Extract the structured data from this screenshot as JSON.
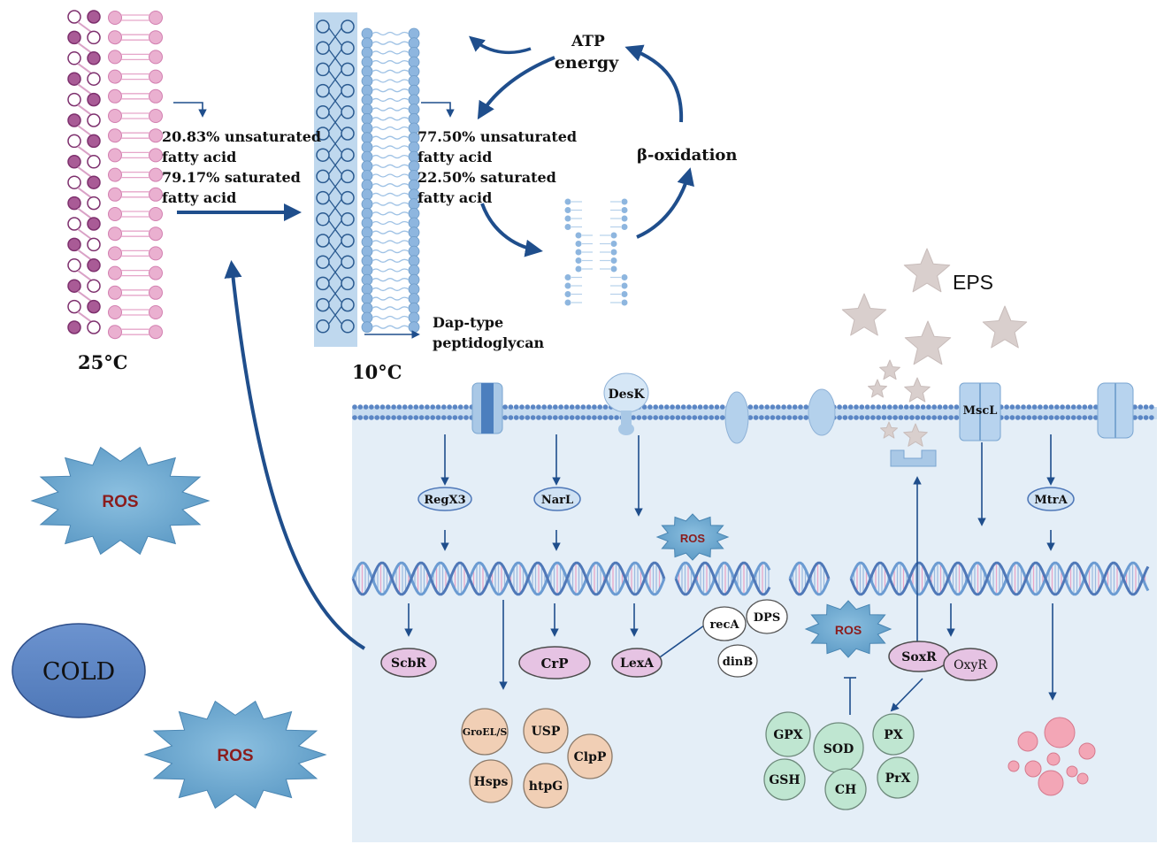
{
  "membrane_25": {
    "temperature": "25°C",
    "composition": [
      "20.83% unsaturated",
      "fatty acid",
      "79.17% saturated",
      "fatty acid"
    ]
  },
  "membrane_10": {
    "temperature": "10°C",
    "composition": [
      "77.50% unsaturated",
      "fatty acid",
      "22.50% saturated",
      "fatty acid"
    ],
    "peptidoglycan": [
      "Dap-type",
      "peptidoglycan"
    ]
  },
  "cycle": {
    "atp_line1": "ATP",
    "atp_line2": "energy",
    "beta_oxidation": "β-oxidation"
  },
  "eps": {
    "label": "EPS"
  },
  "stress": {
    "ros": "ROS",
    "cold": "COLD"
  },
  "sensors": {
    "desk": "DesK",
    "mscl": "MscL"
  },
  "regulators": {
    "regx3": "RegX3",
    "narl": "NarL",
    "mtra": "MtrA"
  },
  "proteins": {
    "scbr": "ScbR",
    "crp": "CrP",
    "lexa": "LexA",
    "reca": "recA",
    "dps": "DPS",
    "dinb": "dinB",
    "soxr": "SoxR",
    "oxyr": "OxyR"
  },
  "chaperones": {
    "groel": "GroEL/S",
    "usp": "USP",
    "clpp": "ClpP",
    "hsps": "Hsps",
    "htpg": "htpG"
  },
  "antioxidants": {
    "gpx": "GPX",
    "sod": "SOD",
    "px": "PX",
    "gsh": "GSH",
    "ch": "CH",
    "prx": "PrX"
  },
  "colors": {
    "arrow": "#1f4e8c",
    "cell": "#e4eef7",
    "membrane_warm": "#e8a6c8",
    "membrane_cold": "#8fb8de",
    "ros": "#6fa9cf",
    "ros_text": "#8b1c1c",
    "cold": "#5d86c4",
    "chaperone": "#f1cfb5",
    "antioxidant": "#bfe6d1",
    "regulator": "#cfe1f3",
    "repressor": "#e6c3e3",
    "eps_star": "#d9cfcd",
    "granule": "#f3a6b6"
  }
}
